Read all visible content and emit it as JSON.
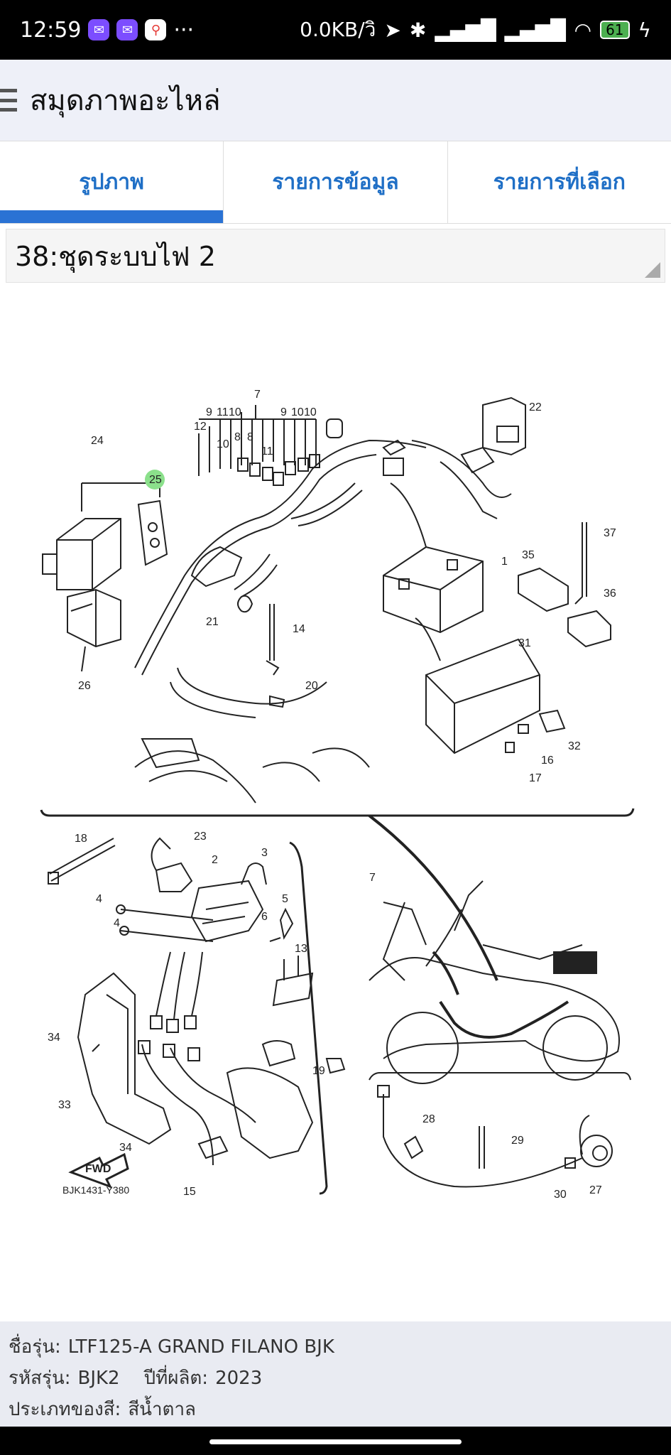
{
  "status_bar": {
    "time": "12:59",
    "more": "···",
    "net_speed": "0.0KB/วิ",
    "battery": "61"
  },
  "header": {
    "title": "สมุดภาพอะไหล่"
  },
  "tabs": [
    {
      "label": "รูปภาพ",
      "active": true
    },
    {
      "label": "รายการข้อมูล",
      "active": false
    },
    {
      "label": "รายการที่เลือก",
      "active": false
    }
  ],
  "section": {
    "title": "38:ชุดระบบไฟ 2"
  },
  "diagram": {
    "code": "BJK1431-Y380",
    "fwd": "FWD",
    "highlight": "25",
    "part_numbers": [
      "1",
      "2",
      "3",
      "4",
      "5",
      "6",
      "7",
      "8",
      "9",
      "10",
      "11",
      "12",
      "13",
      "14",
      "15",
      "16",
      "17",
      "18",
      "19",
      "20",
      "21",
      "22",
      "23",
      "24",
      "25",
      "26",
      "27",
      "28",
      "29",
      "30",
      "31",
      "32",
      "33",
      "34",
      "35",
      "36",
      "37"
    ]
  },
  "footer": {
    "model_label": "ชื่อรุ่น:",
    "model_value": "LTF125-A GRAND FILANO BJK",
    "code_label": "รหัสรุ่น:",
    "code_value": "BJK2",
    "year_label": "ปีที่ผลิต:",
    "year_value": "2023",
    "color_label": "ประเภทของสี:",
    "color_value": "สีน้ำตาล"
  }
}
